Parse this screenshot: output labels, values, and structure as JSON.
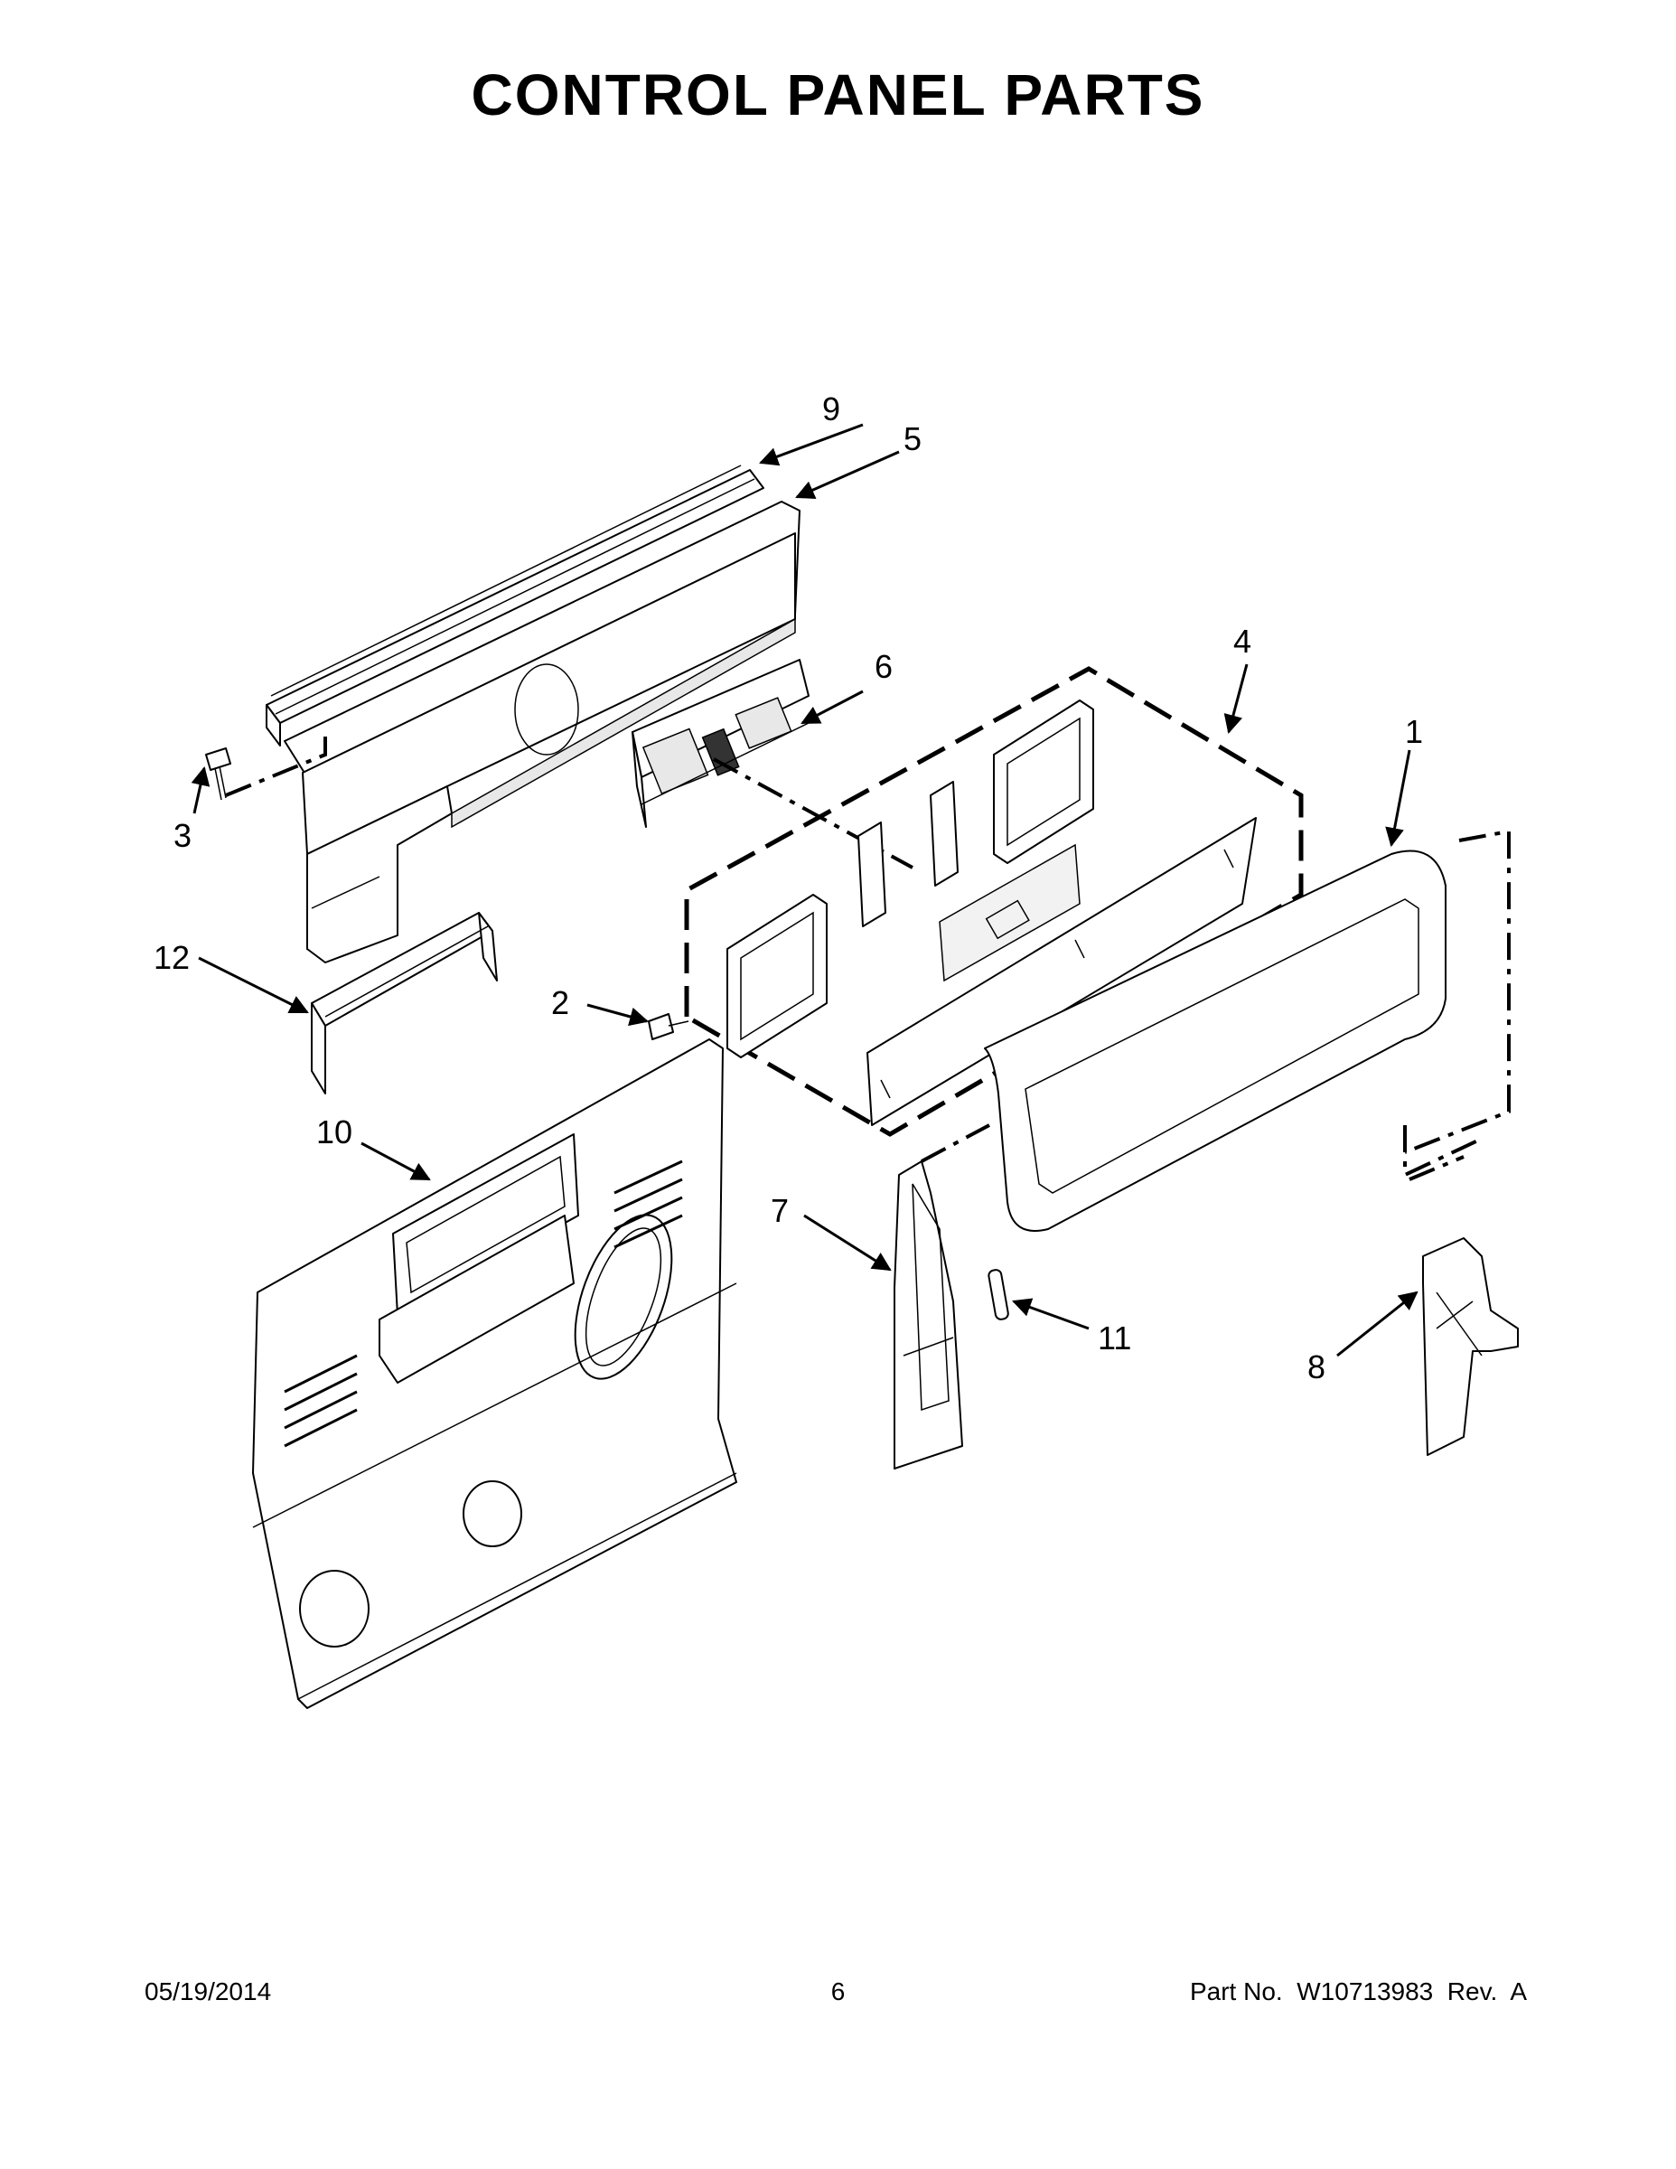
{
  "title": "CONTROL PANEL PARTS",
  "callouts": [
    {
      "id": "c1",
      "label": "1"
    },
    {
      "id": "c2",
      "label": "2"
    },
    {
      "id": "c3",
      "label": "3"
    },
    {
      "id": "c4",
      "label": "4"
    },
    {
      "id": "c5",
      "label": "5"
    },
    {
      "id": "c6",
      "label": "6"
    },
    {
      "id": "c7",
      "label": "7"
    },
    {
      "id": "c8",
      "label": "8"
    },
    {
      "id": "c9",
      "label": "9"
    },
    {
      "id": "c10",
      "label": "10"
    },
    {
      "id": "c11",
      "label": "11"
    },
    {
      "id": "c12",
      "label": "12"
    }
  ],
  "footer": {
    "date": "05/19/2014",
    "page": "6",
    "part_no": "Part No.  W10713983  Rev.  A"
  }
}
